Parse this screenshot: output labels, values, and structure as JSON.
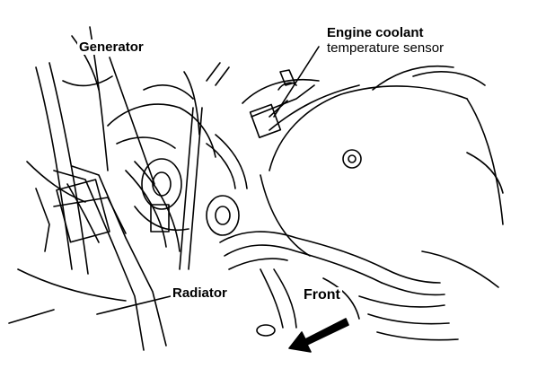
{
  "labels": {
    "generator": "Generator",
    "coolant_line1": "Engine coolant",
    "coolant_line2": "temperature sensor",
    "radiator": "Radiator",
    "front": "Front"
  },
  "colors": {
    "ink": "#000000",
    "paper": "#ffffff"
  }
}
